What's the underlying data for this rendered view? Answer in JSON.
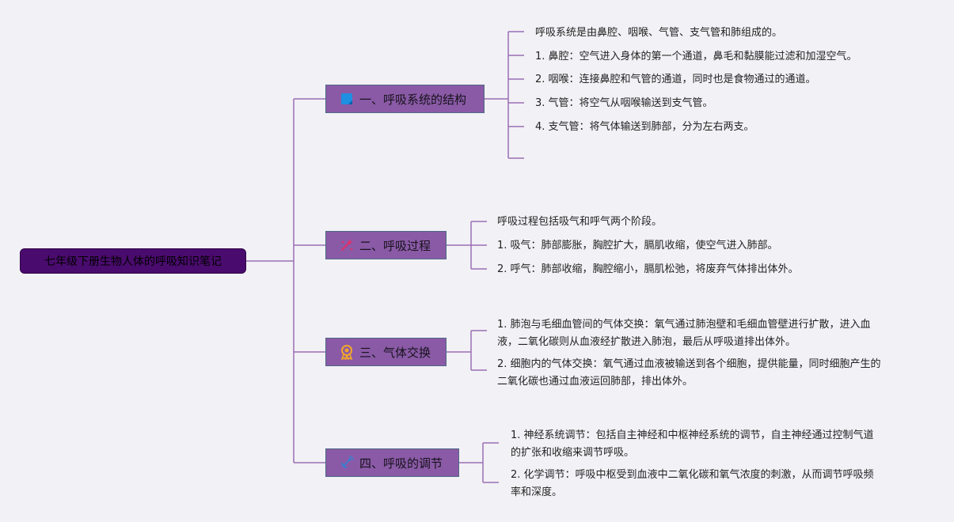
{
  "root": {
    "title": "七年级下册生物人体的呼吸知识笔记"
  },
  "branches": [
    {
      "label": "一、呼吸系统的结构",
      "icon": "blue-square-icon",
      "leaves": [
        "呼吸系统是由鼻腔、咽喉、气管、支气管和肺组成的。",
        "1. 鼻腔：空气进入身体的第一个通道，鼻毛和黏膜能过滤和加湿空气。",
        "2. 咽喉：连接鼻腔和气管的通道，同时也是食物通过的通道。",
        "3. 气管：将空气从咽喉输送到支气管。",
        "4. 支气管：将气体输送到肺部，分为左右两支。",
        ""
      ]
    },
    {
      "label": "二、呼吸过程",
      "icon": "sparkle-wand-icon",
      "leaves": [
        "呼吸过程包括吸气和呼气两个阶段。",
        "1. 吸气：肺部膨胀，胸腔扩大，膈肌收缩，使空气进入肺部。",
        "2. 呼气：肺部收缩，胸腔缩小，膈肌松弛，将废弃气体排出体外。"
      ]
    },
    {
      "label": "三、气体交换",
      "icon": "award-badge-icon",
      "leaves": [
        "1. 肺泡与毛细血管间的气体交换：氧气通过肺泡壁和毛细血管壁进行扩散，进入血液，二氧化碳则从血液经扩散进入肺泡，最后从呼吸道排出体外。",
        "2. 细胞内的气体交换：氧气通过血液被输送到各个细胞，提供能量，同时细胞产生的二氧化碳也通过血液运回肺部，排出体外。"
      ]
    },
    {
      "label": "四、呼吸的调节",
      "icon": "satellite-dish-icon",
      "leaves": [
        "1. 神经系统调节：包括自主神经和中枢神经系统的调节，自主神经通过控制气道的扩张和收缩来调节呼吸。",
        "2. 化学调节：呼吸中枢受到血液中二氧化碳和氧气浓度的刺激，从而调节呼吸频率和深度。"
      ]
    }
  ],
  "colors": {
    "line": "#9a6fb5",
    "root_bg": "#4a0b6e",
    "branch_bg": "#8a5aa6",
    "branch_border": "#4e6a86"
  }
}
